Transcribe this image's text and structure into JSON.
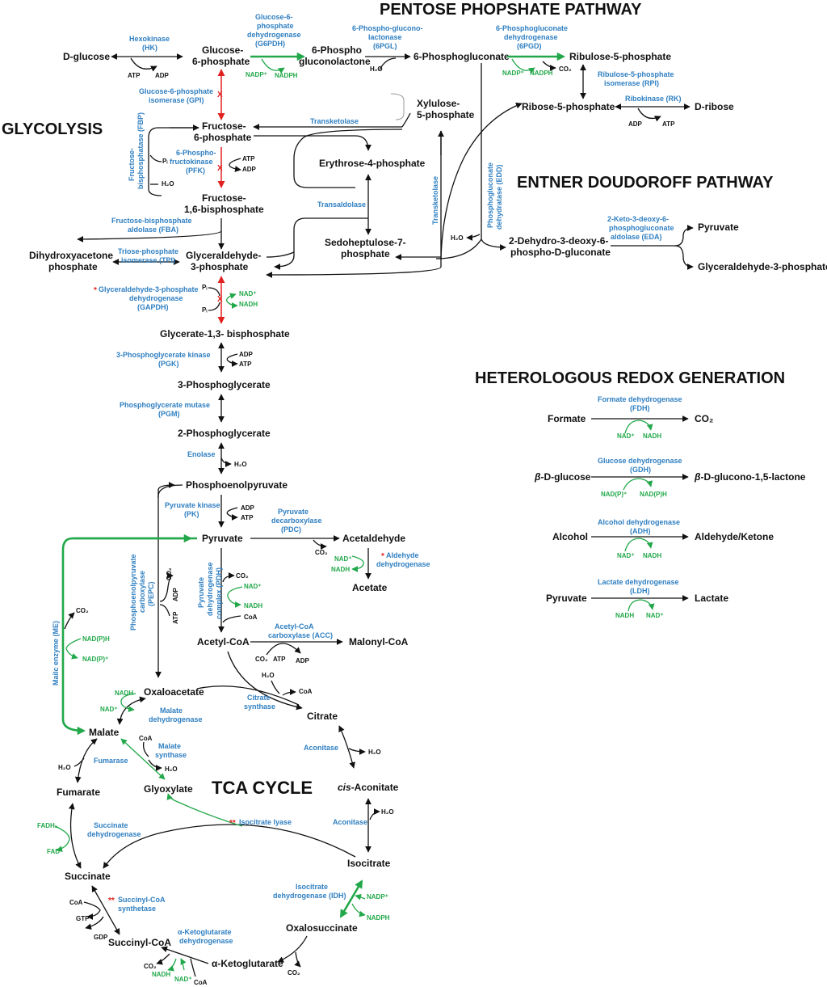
{
  "headings": {
    "ppp": "PENTOSE PHOPSHATE PATHWAY",
    "glycolysis": "GLYCOLYSIS",
    "ed": "ENTNER DOUDOROFF PATHWAY",
    "redox": "HETEROLOGOUS REDOX GENERATION",
    "tca": "TCA CYCLE"
  },
  "metabolites": {
    "dglucose": "D-glucose",
    "g6p_1": "Glucose-",
    "g6p_2": "6-phosphate",
    "pgl_1": "6-Phospho",
    "pgl_2": "gluconolactone",
    "pg6": "6-Phosphogluconate",
    "ru5p": "Ribulose-5-phosphate",
    "r5p": "Ribose-5-phosphate",
    "dribose": "D-ribose",
    "x5p_1": "Xylulose-",
    "x5p_2": "5-phosphate",
    "f6p_1": "Fructose-",
    "f6p_2": "6-phosphate",
    "e4p": "Erythrose-4-phosphate",
    "fbp_1": "Fructose-",
    "fbp_2": "1,6-bisphosphate",
    "dhap_1": "Dihydroxyacetone",
    "dhap_2": "phosphate",
    "g3p_1": "Glyceraldehyde-",
    "g3p_2": "3-phosphate",
    "s7p_1": "Sedoheptulose-7-",
    "s7p_2": "phosphate",
    "kdpg_1": "2-Dehydro-3-deoxy-6-",
    "kdpg_2": "phospho-D-gluconate",
    "pyr_ed": "Pyruvate",
    "g3p_ed": "Glyceraldehyde-3-phosphate",
    "bpg": "Glycerate-1,3- bisphosphate",
    "pg3": "3-Phosphoglycerate",
    "pg2": "2-Phosphoglycerate",
    "pep": "Phosphoenolpyruvate",
    "pyruvate": "Pyruvate",
    "acetaldehyde": "Acetaldehyde",
    "acetate": "Acetate",
    "acetylcoa": "Acetyl-CoA",
    "malonylcoa": "Malonyl-CoA",
    "oxaloacetate": "Oxaloacetate",
    "citrate": "Citrate",
    "malate": "Malate",
    "glyoxylate": "Glyoxylate",
    "fumarate": "Fumarate",
    "cisaconitate_it": "cis",
    "cisaconitate_rest": "-Aconitate",
    "isocitrate": "Isocitrate",
    "succinate": "Succinate",
    "oxalosuccinate": "Oxalosuccinate",
    "succinylcoa": "Succinyl-CoA",
    "akg": "α-Ketoglutarate"
  },
  "enzymes": {
    "hk_1": "Hexokinase",
    "hk_2": "(HK)",
    "g6pdh_1": "Glucose-6-",
    "g6pdh_2": "phosphate",
    "g6pdh_3": "dehydrogenase",
    "g6pdh_4": "(G6PDH)",
    "pgl_1": "6-Phospho-glucono-",
    "pgl_2": "lactonase",
    "pgl_3": "(6PGL)",
    "pgd_1": "6-Phosphogluconate",
    "pgd_2": "dehydrogenase",
    "pgd_3": "(6PGD)",
    "gpi_1": "Glucose-6-phosphate",
    "gpi_2": "isomerase (GPI)",
    "rpi_1": "Ribulose-5-phosphate",
    "rpi_2": "isomerase (RPI)",
    "rk": "Ribokinase (RK)",
    "tk1": "Transketolase",
    "fbp_1": "Fructose-",
    "fbp_2": "bisphosphatase (FBP)",
    "pfk_1": "6-Phospho-",
    "pfk_2": "fructokinase",
    "pfk_3": "(PFK)",
    "tald": "Transaldolase",
    "tk2": "Transketolase",
    "edd_1": "Phosphogluconate",
    "edd_2": "dehydratase (EDD)",
    "eda_1": "2-Keto-3-deoxy-6-",
    "eda_2": "phosphogluconate",
    "eda_3": "aldolase (EDA)",
    "fba_1": "Fructose-bisphosphate",
    "fba_2": "aldolase (FBA)",
    "tpi_1": "Triose-phosphate",
    "tpi_2": "isomerase (TPI)",
    "gapdh_star": "*",
    "gapdh_1": "Glyceraldehyde-3-phosphate",
    "gapdh_2": "dehydrogenase",
    "gapdh_3": "(GAPDH)",
    "pgk_1": "3-Phosphoglycerate kinase",
    "pgk_2": "(PGK)",
    "pgm_1": "Phosphoglycerate mutase",
    "pgm_2": "(PGM)",
    "enolase": "Enolase",
    "pk_1": "Pyruvate kinase",
    "pk_2": "(PK)",
    "pdc_1": "Pyruvate",
    "pdc_2": "decarboxylase",
    "pdc_3": "(PDC)",
    "aldh_star": "*",
    "aldh_1": "Aldehyde",
    "aldh_2": "dehydrogenase",
    "pdh_1": "Pyruvate",
    "pdh_2": "dehydrogenase",
    "pdh_3": "complex (PDH)",
    "pepc_1": "Phosphoenolpyruvate",
    "pepc_2": "carboxylase",
    "pepc_3": "(PEPC)",
    "me": "Mailc enzyme (ME)",
    "acc_1": "Acetyl-CoA",
    "acc_2": "carboxylase (ACC)",
    "cs_1": "Citrate",
    "cs_2": "synthase",
    "mdh_1": "Malate",
    "mdh_2": "dehydrogenase",
    "ms_1": "Malate",
    "ms_2": "synthase",
    "aco1": "Aconitase",
    "aco2": "Aconitase",
    "fumarase": "Fumarase",
    "icl_star": "**",
    "icl": "Isocitrate lyase",
    "sdh_1": "Succinate",
    "sdh_2": "dehydrogenase",
    "idh_1": "Isocitrate",
    "idh_2": "dehydrogenase (IDH)",
    "scs_star": "**",
    "scs_1": "Succinyl-CoA",
    "scs_2": "synthetase",
    "akgdh_1": "α-Ketoglutarate",
    "akgdh_2": "dehydrogenase"
  },
  "cofactors": {
    "atp": "ATP",
    "adp": "ADP",
    "h2o": "H₂O",
    "co2": "CO₂",
    "coa": "CoA",
    "pi": "Pᵢ",
    "gtp": "GTP",
    "gdp": "GDP",
    "nadp": "NADP⁺",
    "nadph": "NADPH",
    "nad": "NAD⁺",
    "nadh": "NADH",
    "nadpph": "NAD(P)H",
    "nadpp": "NAD(P)⁺",
    "fadh2": "FADH₂",
    "fad": "FAD",
    "x": "X"
  },
  "redox": {
    "fdh_sub": "Formate",
    "fdh_prod": "CO₂",
    "fdh_1": "Formate dehydrogenase",
    "fdh_2": "(FDH)",
    "gdh_sub_it": "β",
    "gdh_sub_rest": "-D-glucose",
    "gdh_prod_it": "β",
    "gdh_prod_rest": "-D-glucono-1,5-lactone",
    "gdh_1": "Glucose dehydrogenase",
    "gdh_2": "(GDH)",
    "adh_sub": "Alcohol",
    "adh_prod": "Aldehyde/Ketone",
    "adh_1": "Alcohol dehydrogenase",
    "adh_2": "(ADH)",
    "ldh_sub": "Pyruvate",
    "ldh_prod": "Lactate",
    "ldh_1": "Lactate dehydrogenase",
    "ldh_2": "(LDH)"
  },
  "colors": {
    "enzyme": "#2f7fc1",
    "cofactor_green": "#22a84a",
    "blocked_red": "#e32020",
    "text": "#111111"
  }
}
